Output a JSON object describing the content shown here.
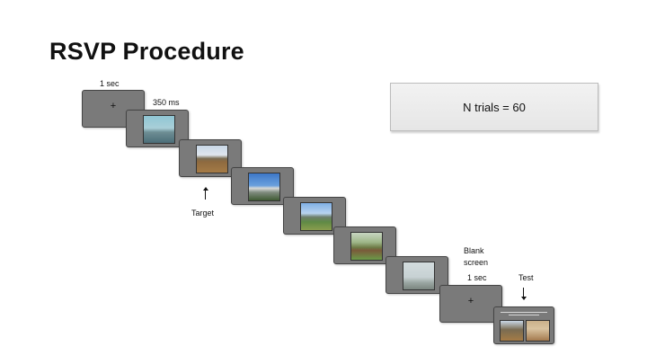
{
  "title": "RSVP Procedure",
  "note": "N trials = 60",
  "fixation": "+",
  "labels": {
    "fixation_duration": "1 sec",
    "image_duration": "350 ms",
    "target": "Target",
    "blank_screen_line1": "Blank",
    "blank_screen_line2": "screen",
    "blank_duration": "1 sec",
    "test": "Test"
  }
}
